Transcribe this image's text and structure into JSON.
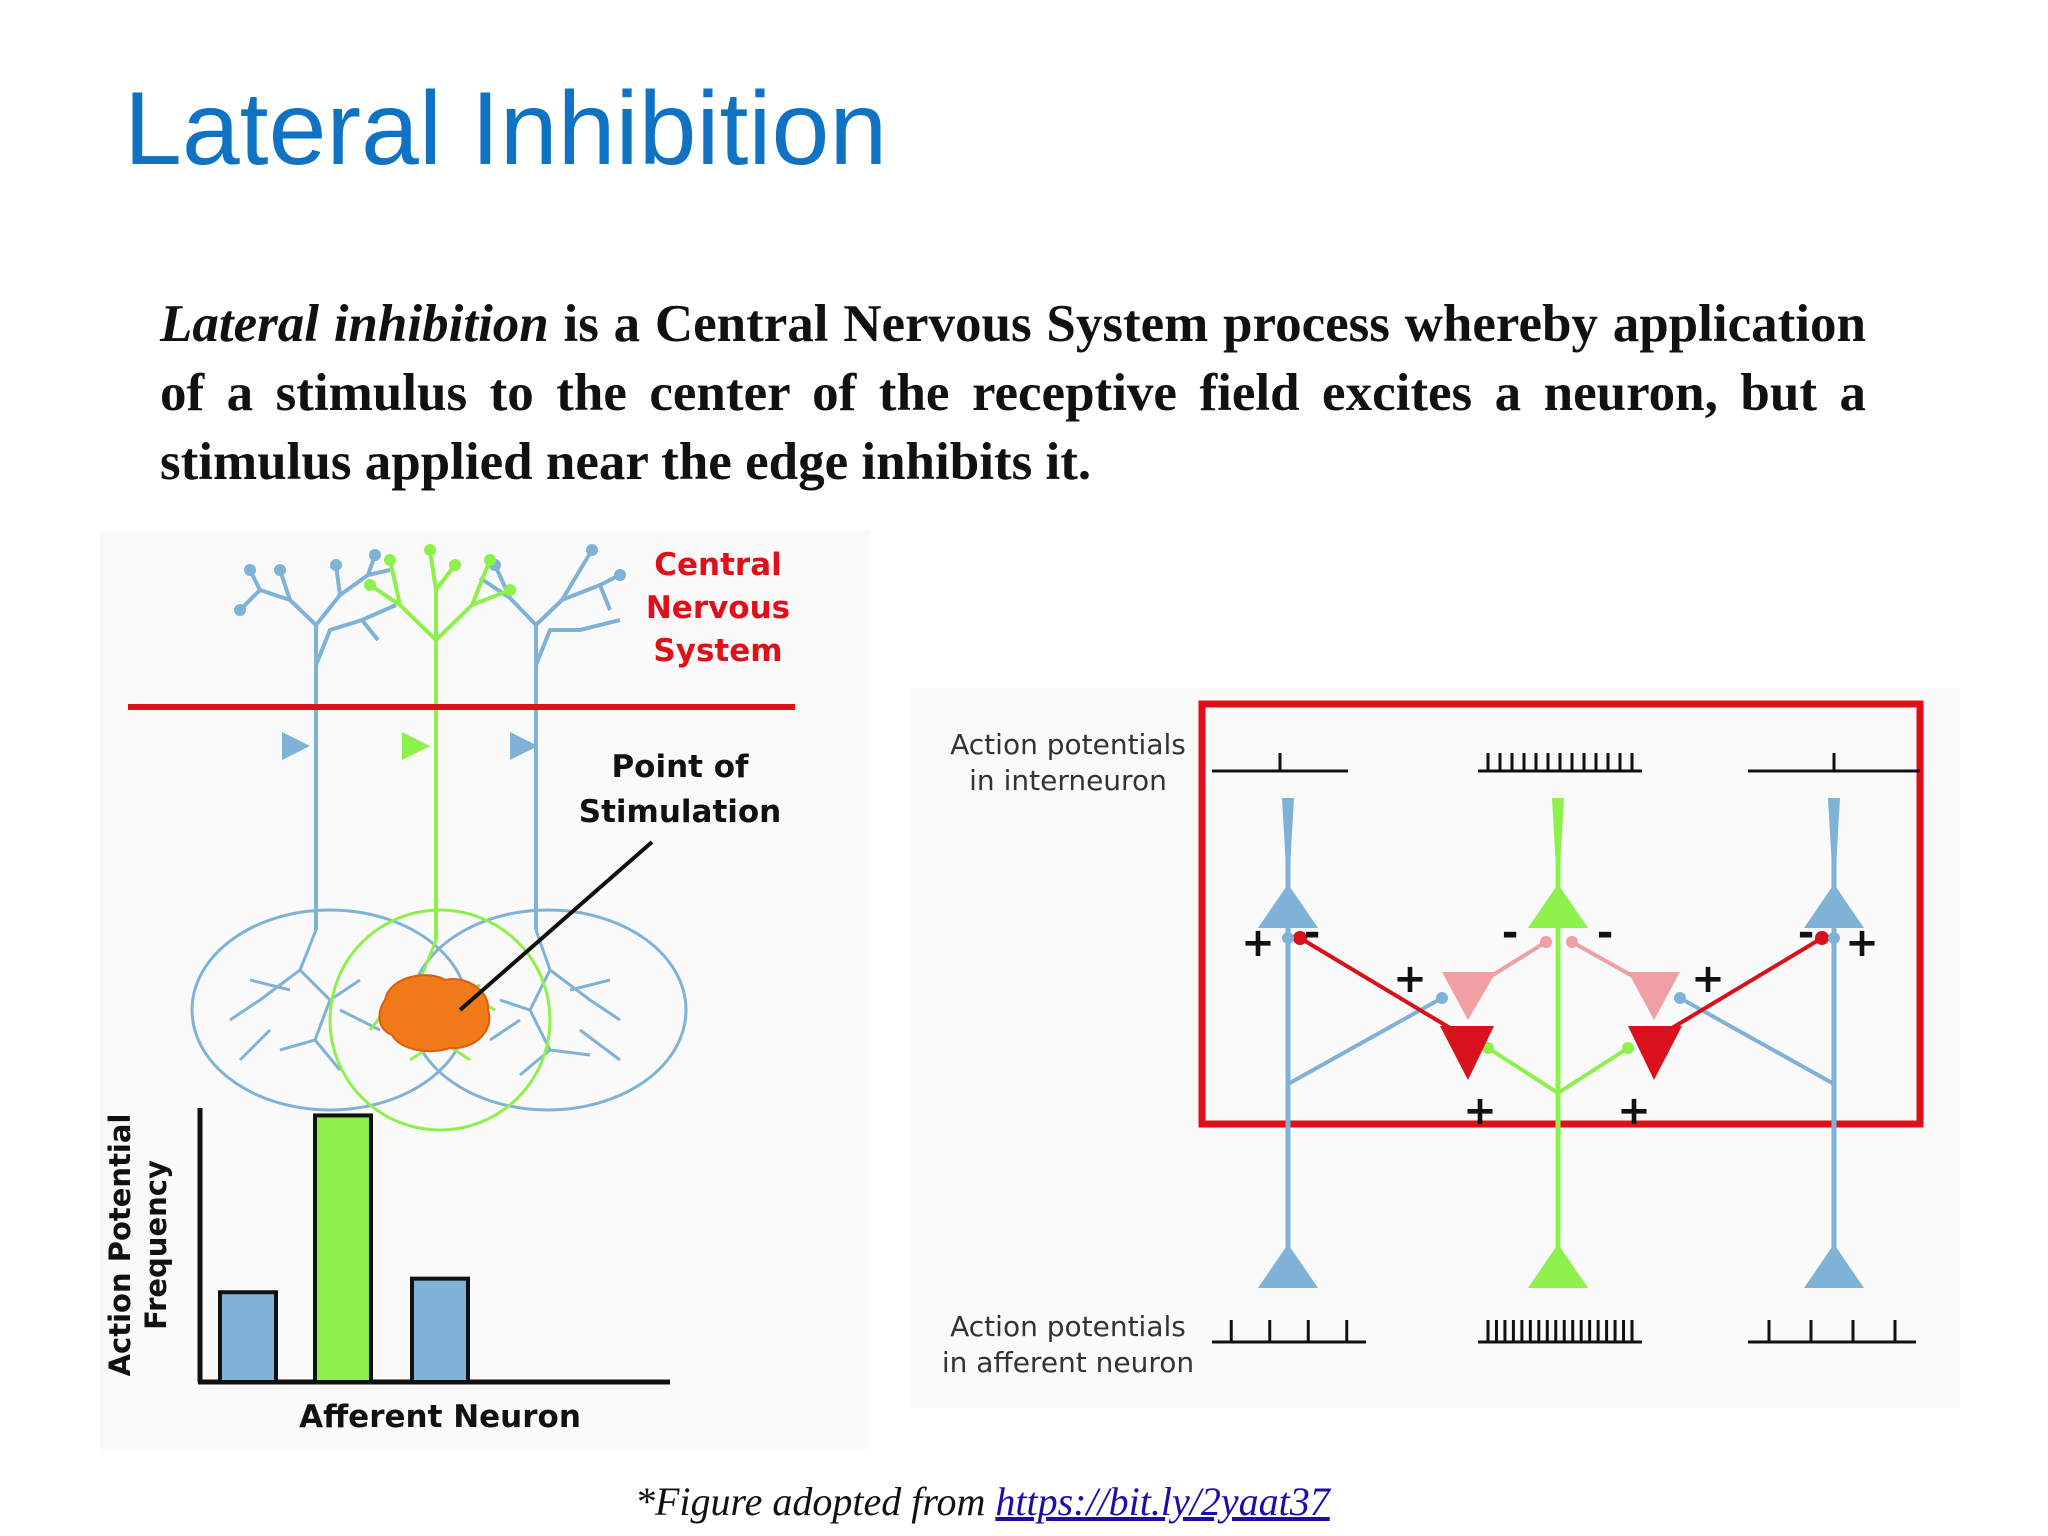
{
  "slide": {
    "title": "Lateral Inhibition",
    "body": {
      "term": "Lateral inhibition",
      "rest": " is a Central Nervous System process whereby application of a stimulus to the center of the receptive field excites a neuron, but a stimulus applied near the edge inhibits it."
    },
    "caption": {
      "prefix": "*Figure adopted from ",
      "link": "https://bit.ly/2yaat37"
    }
  },
  "left_figure": {
    "cns_label": [
      "Central",
      "Nervous",
      "System"
    ],
    "stimulation_label": [
      "Point of",
      "Stimulation"
    ],
    "y_label": [
      "Action Potential",
      "Frequency"
    ],
    "x_label": "Afferent Neuron"
  },
  "chart_data": {
    "type": "bar",
    "categories": [
      "",
      "",
      ""
    ],
    "values": [
      3.3,
      9.8,
      3.8
    ],
    "colors": [
      "#7eb2d6",
      "#8ef04a",
      "#7eb2d6"
    ],
    "ylim": [
      0,
      10
    ],
    "xlabel": "Afferent Neuron",
    "ylabel": "Action Potential Frequency"
  },
  "right_figure": {
    "interneuron_label": [
      "Action potentials",
      "in interneuron"
    ],
    "afferent_label": [
      "Action potentials",
      "in afferent neuron"
    ],
    "spike_counts": {
      "interneuron": [
        1,
        13,
        1
      ],
      "afferent": [
        4,
        18,
        4
      ]
    },
    "signs": {
      "plus": "+",
      "minus": "-"
    },
    "colors": {
      "side": "#7eb2d6",
      "center": "#8ef04a",
      "inhibitory": "#d8111a",
      "inhibitory_light": "#f0a0a5",
      "box": "#e0101a"
    }
  }
}
